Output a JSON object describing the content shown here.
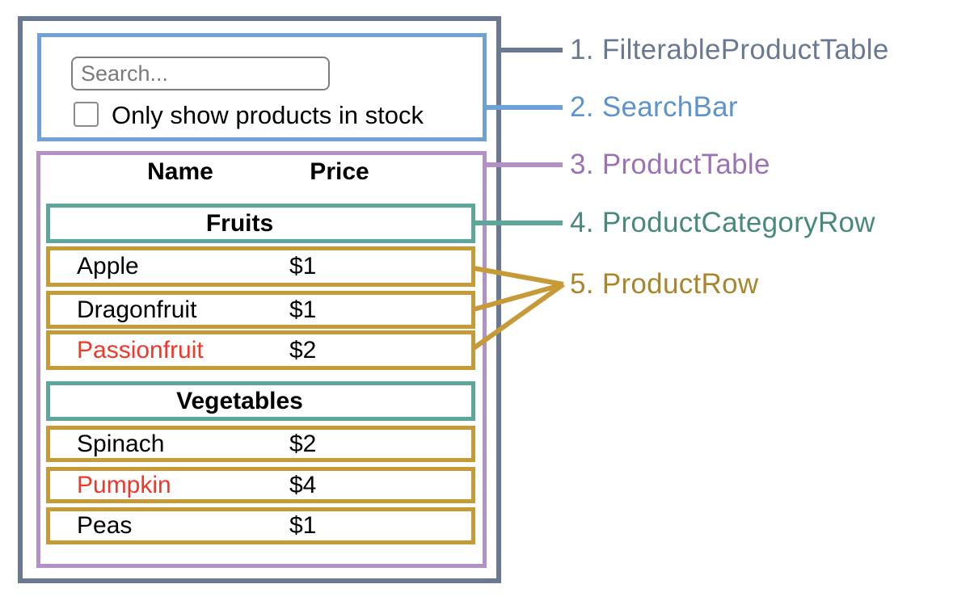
{
  "search_bar": {
    "placeholder": "Search...",
    "checkbox_label": "Only show products in stock",
    "checkbox_checked": false
  },
  "product_table": {
    "columns": {
      "name": "Name",
      "price": "Price"
    },
    "fruits": {
      "category": "Fruits",
      "rows": [
        {
          "name": "Apple",
          "price": "$1",
          "in_stock": true
        },
        {
          "name": "Dragonfruit",
          "price": "$1",
          "in_stock": true
        },
        {
          "name": "Passionfruit",
          "price": "$2",
          "in_stock": false
        }
      ]
    },
    "vegetables": {
      "category": "Vegetables",
      "rows": [
        {
          "name": "Spinach",
          "price": "$2",
          "in_stock": true
        },
        {
          "name": "Pumpkin",
          "price": "$4",
          "in_stock": false
        },
        {
          "name": "Peas",
          "price": "$1",
          "in_stock": true
        }
      ]
    }
  },
  "legend": {
    "items": [
      {
        "text": "1. FilterableProductTable",
        "color": "#6A7890"
      },
      {
        "text": "2. SearchBar",
        "color": "#5E93CB"
      },
      {
        "text": "3. ProductTable",
        "color": "#9C72B6"
      },
      {
        "text": "4. ProductCategoryRow",
        "color": "#48897B"
      },
      {
        "text": "5. ProductRow",
        "color": "#A9862E"
      }
    ]
  },
  "colors": {
    "filterable_product_table_border": "#6A7890",
    "search_bar_border": "#6FA0D6",
    "product_table_border": "#B48FC8",
    "category_row_border": "#5DA69A",
    "product_row_border": "#C79A38",
    "out_of_stock_text": "#EF3829",
    "background": "#FFFFFF"
  }
}
